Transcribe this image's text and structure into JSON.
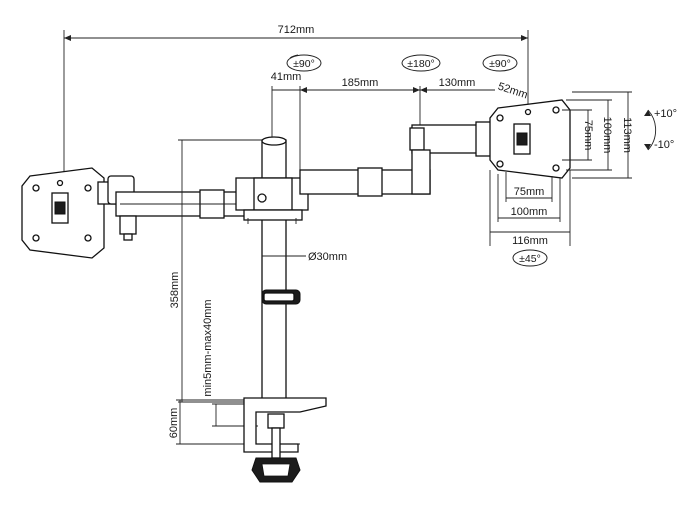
{
  "dimensions": {
    "total_width": "712mm",
    "left_offset": "41mm",
    "arm_length": "185mm",
    "right_arm": "130mm",
    "tilt_pivot": "52mm",
    "pole_diameter": "Ø30mm",
    "pole_height": "358mm",
    "clamp_range": "min5mm-max40mm",
    "clamp_height": "60mm",
    "vesa_75_h": "75mm",
    "vesa_100_h": "100mm",
    "plate_width": "116mm",
    "vesa_75_v": "75mm",
    "vesa_100_v": "100mm",
    "plate_height": "113mm"
  },
  "rotations": {
    "left_swivel": "±90°",
    "center_swivel": "±180°",
    "right_swivel": "±90°",
    "plate_rotation": "±45°"
  },
  "tilt": {
    "up": "+10°",
    "down": "-10°"
  },
  "colors": {
    "line": "#222222",
    "fill": "#1c1c1c",
    "background": "#ffffff"
  }
}
